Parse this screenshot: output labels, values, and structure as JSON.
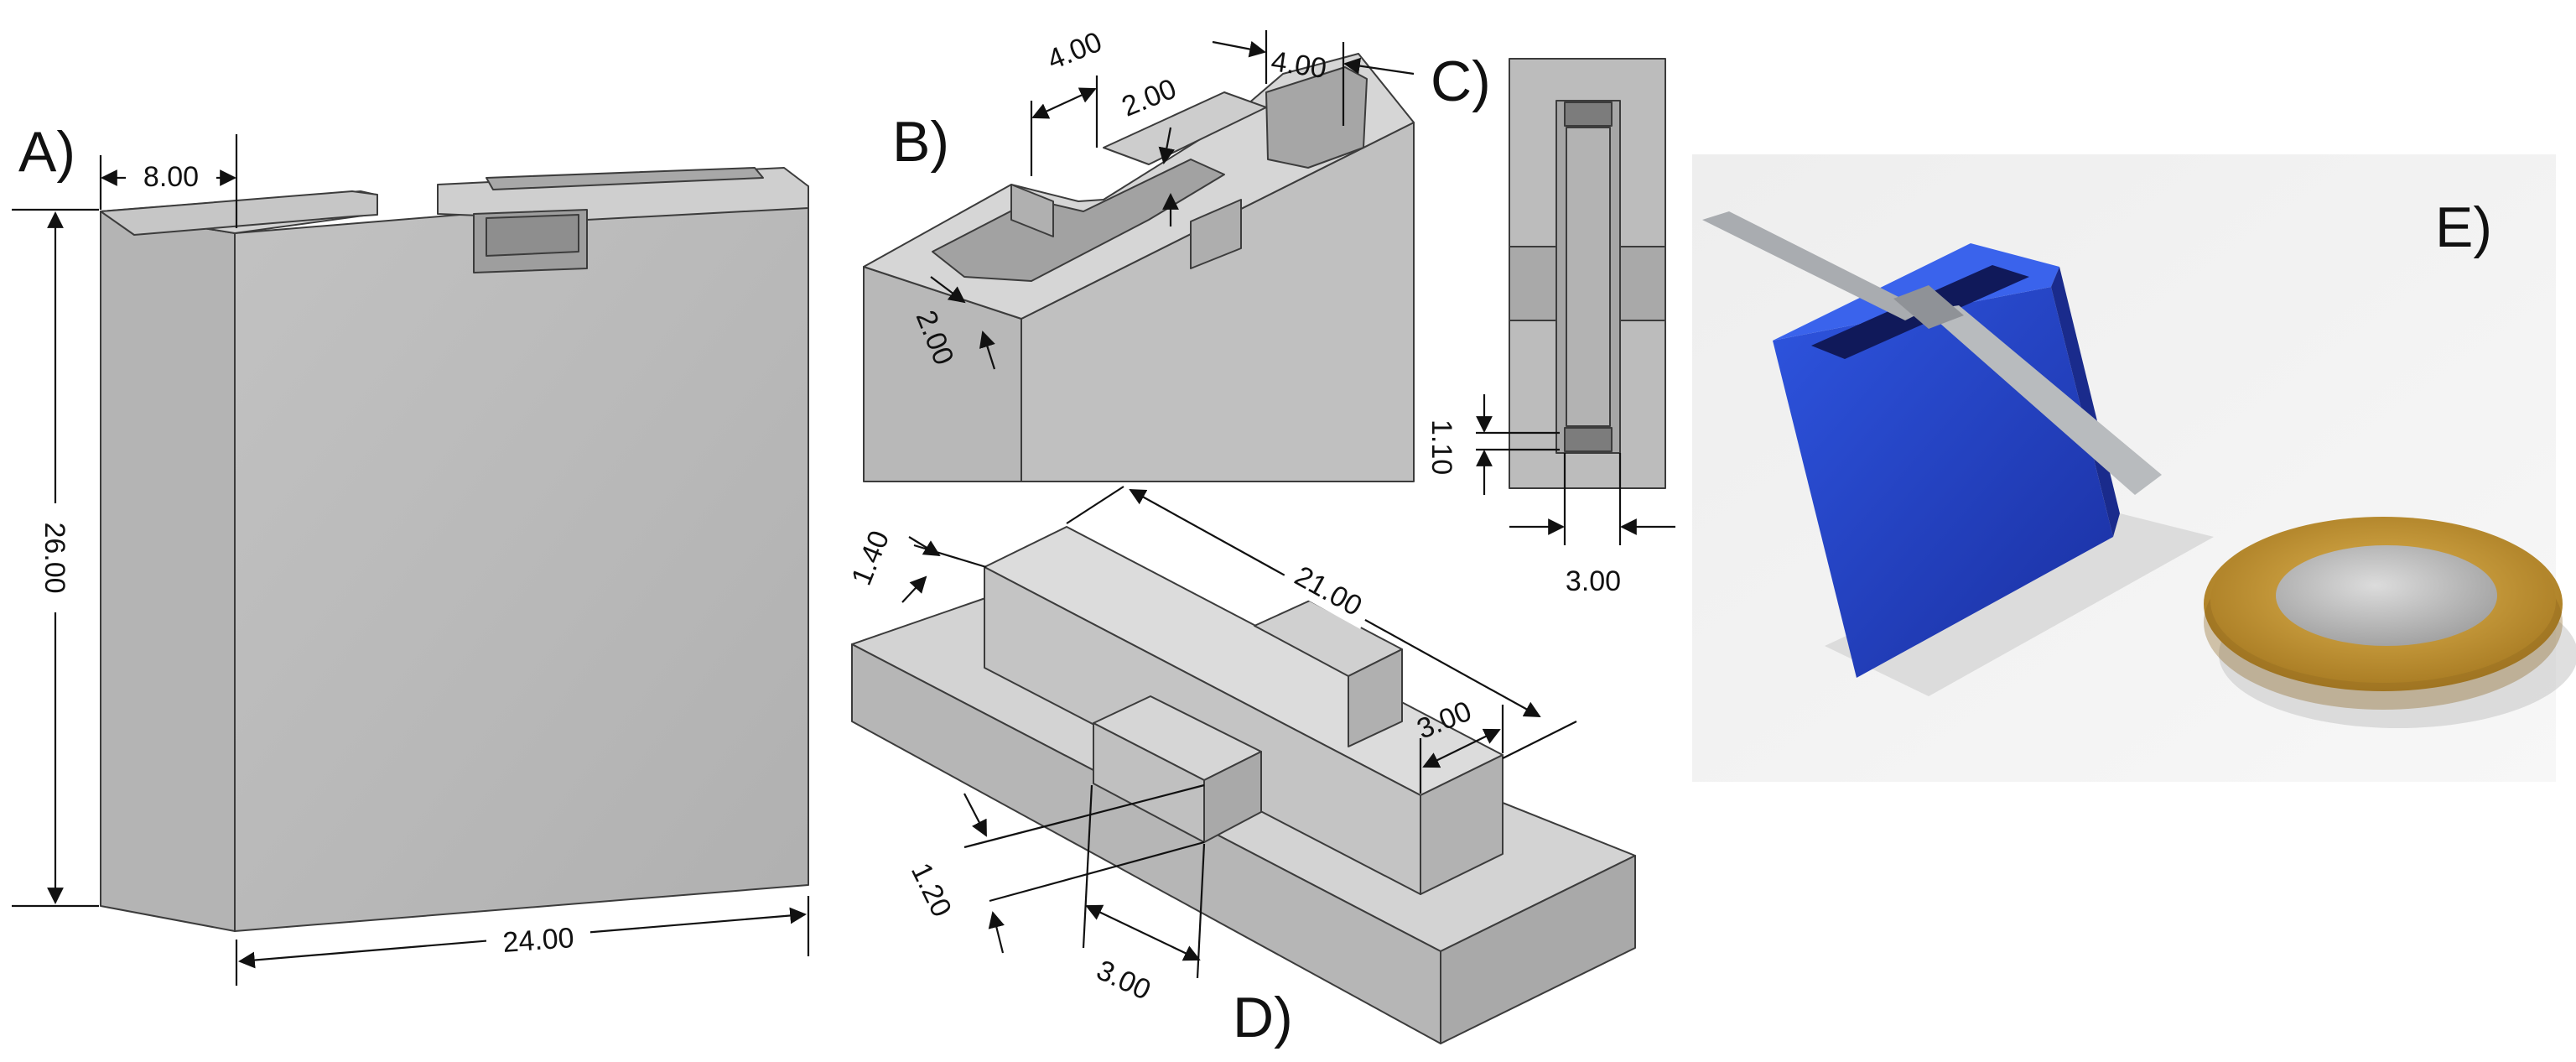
{
  "panels": {
    "a": {
      "label": "A)",
      "dims": {
        "top_width": "8.00",
        "height": "26.00",
        "width": "24.00"
      }
    },
    "b": {
      "label": "B)",
      "dims": {
        "slot_left": "4.00",
        "slot_right": "4.00",
        "depth_top": "2.00",
        "depth_front": "2.00"
      }
    },
    "c": {
      "label": "C)",
      "dims": {
        "gap": "1.10",
        "width": "3.00"
      }
    },
    "d": {
      "label": "D)",
      "dims": {
        "height": "1.40",
        "length": "21.00",
        "width_end": "3.00",
        "step": "1.20",
        "width_front": "3.00"
      }
    },
    "e": {
      "label": "E)"
    }
  },
  "colors": {
    "model_face_front": "#b8b8b8",
    "model_face_side": "#a6a6a6",
    "model_face_top": "#d4d4d4",
    "printed_part": "#1f3fbf",
    "coin_ring": "#c99a3a",
    "coin_center": "#b9b9b9"
  }
}
